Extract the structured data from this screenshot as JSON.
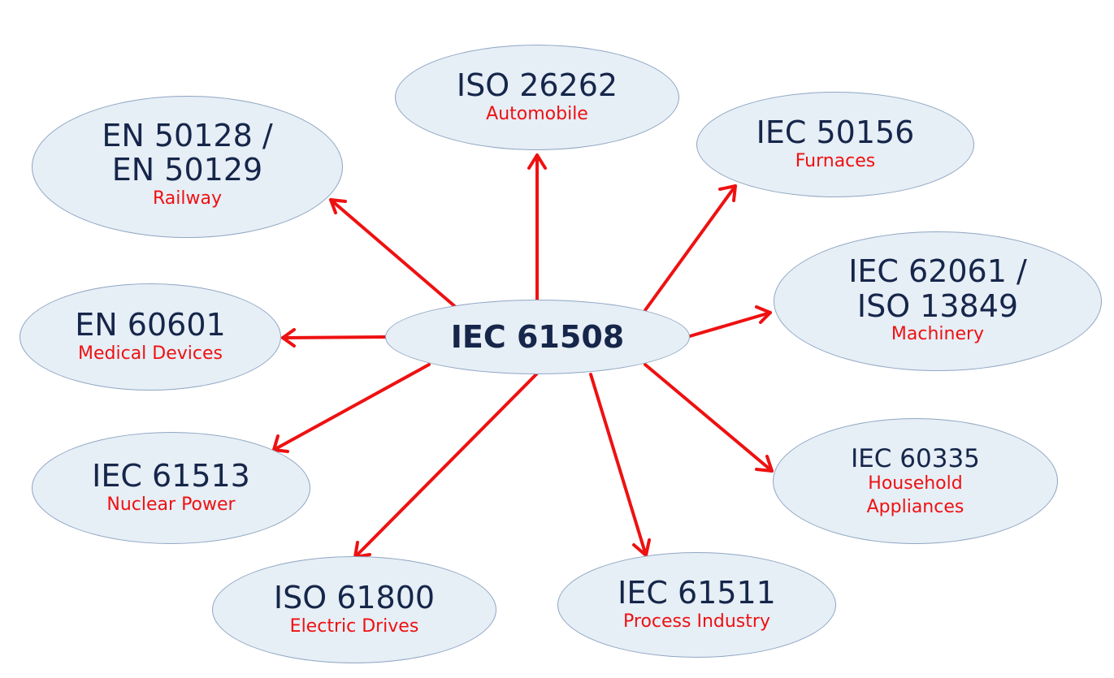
{
  "diagram": {
    "center": {
      "label": "IEC 61508"
    },
    "nodes": {
      "iso26262": {
        "standard": "ISO 26262",
        "domain": "Automobile"
      },
      "en50128": {
        "standard_line1": "EN 50128 /",
        "standard_line2": "EN 50129",
        "domain": "Railway"
      },
      "iec50156": {
        "standard": "IEC 50156",
        "domain": "Furnaces"
      },
      "iec62061": {
        "standard_line1": "IEC 62061 /",
        "standard_line2": "ISO 13849",
        "domain": "Machinery"
      },
      "en60601": {
        "standard": "EN 60601",
        "domain": "Medical Devices"
      },
      "iec61513": {
        "standard": "IEC 61513",
        "domain": "Nuclear Power"
      },
      "iec60335": {
        "standard": "IEC 60335",
        "domain_line1": "Household",
        "domain_line2": "Appliances"
      },
      "iso61800": {
        "standard": "ISO 61800",
        "domain": "Electric Drives"
      },
      "iec61511": {
        "standard": "IEC 61511",
        "domain": "Process Industry"
      }
    },
    "colors": {
      "node_fill": "#e6eef6",
      "node_border": "#8fa6c2",
      "standard_text": "#16264a",
      "domain_text": "#ee1111",
      "arrow": "#ee1111"
    }
  }
}
